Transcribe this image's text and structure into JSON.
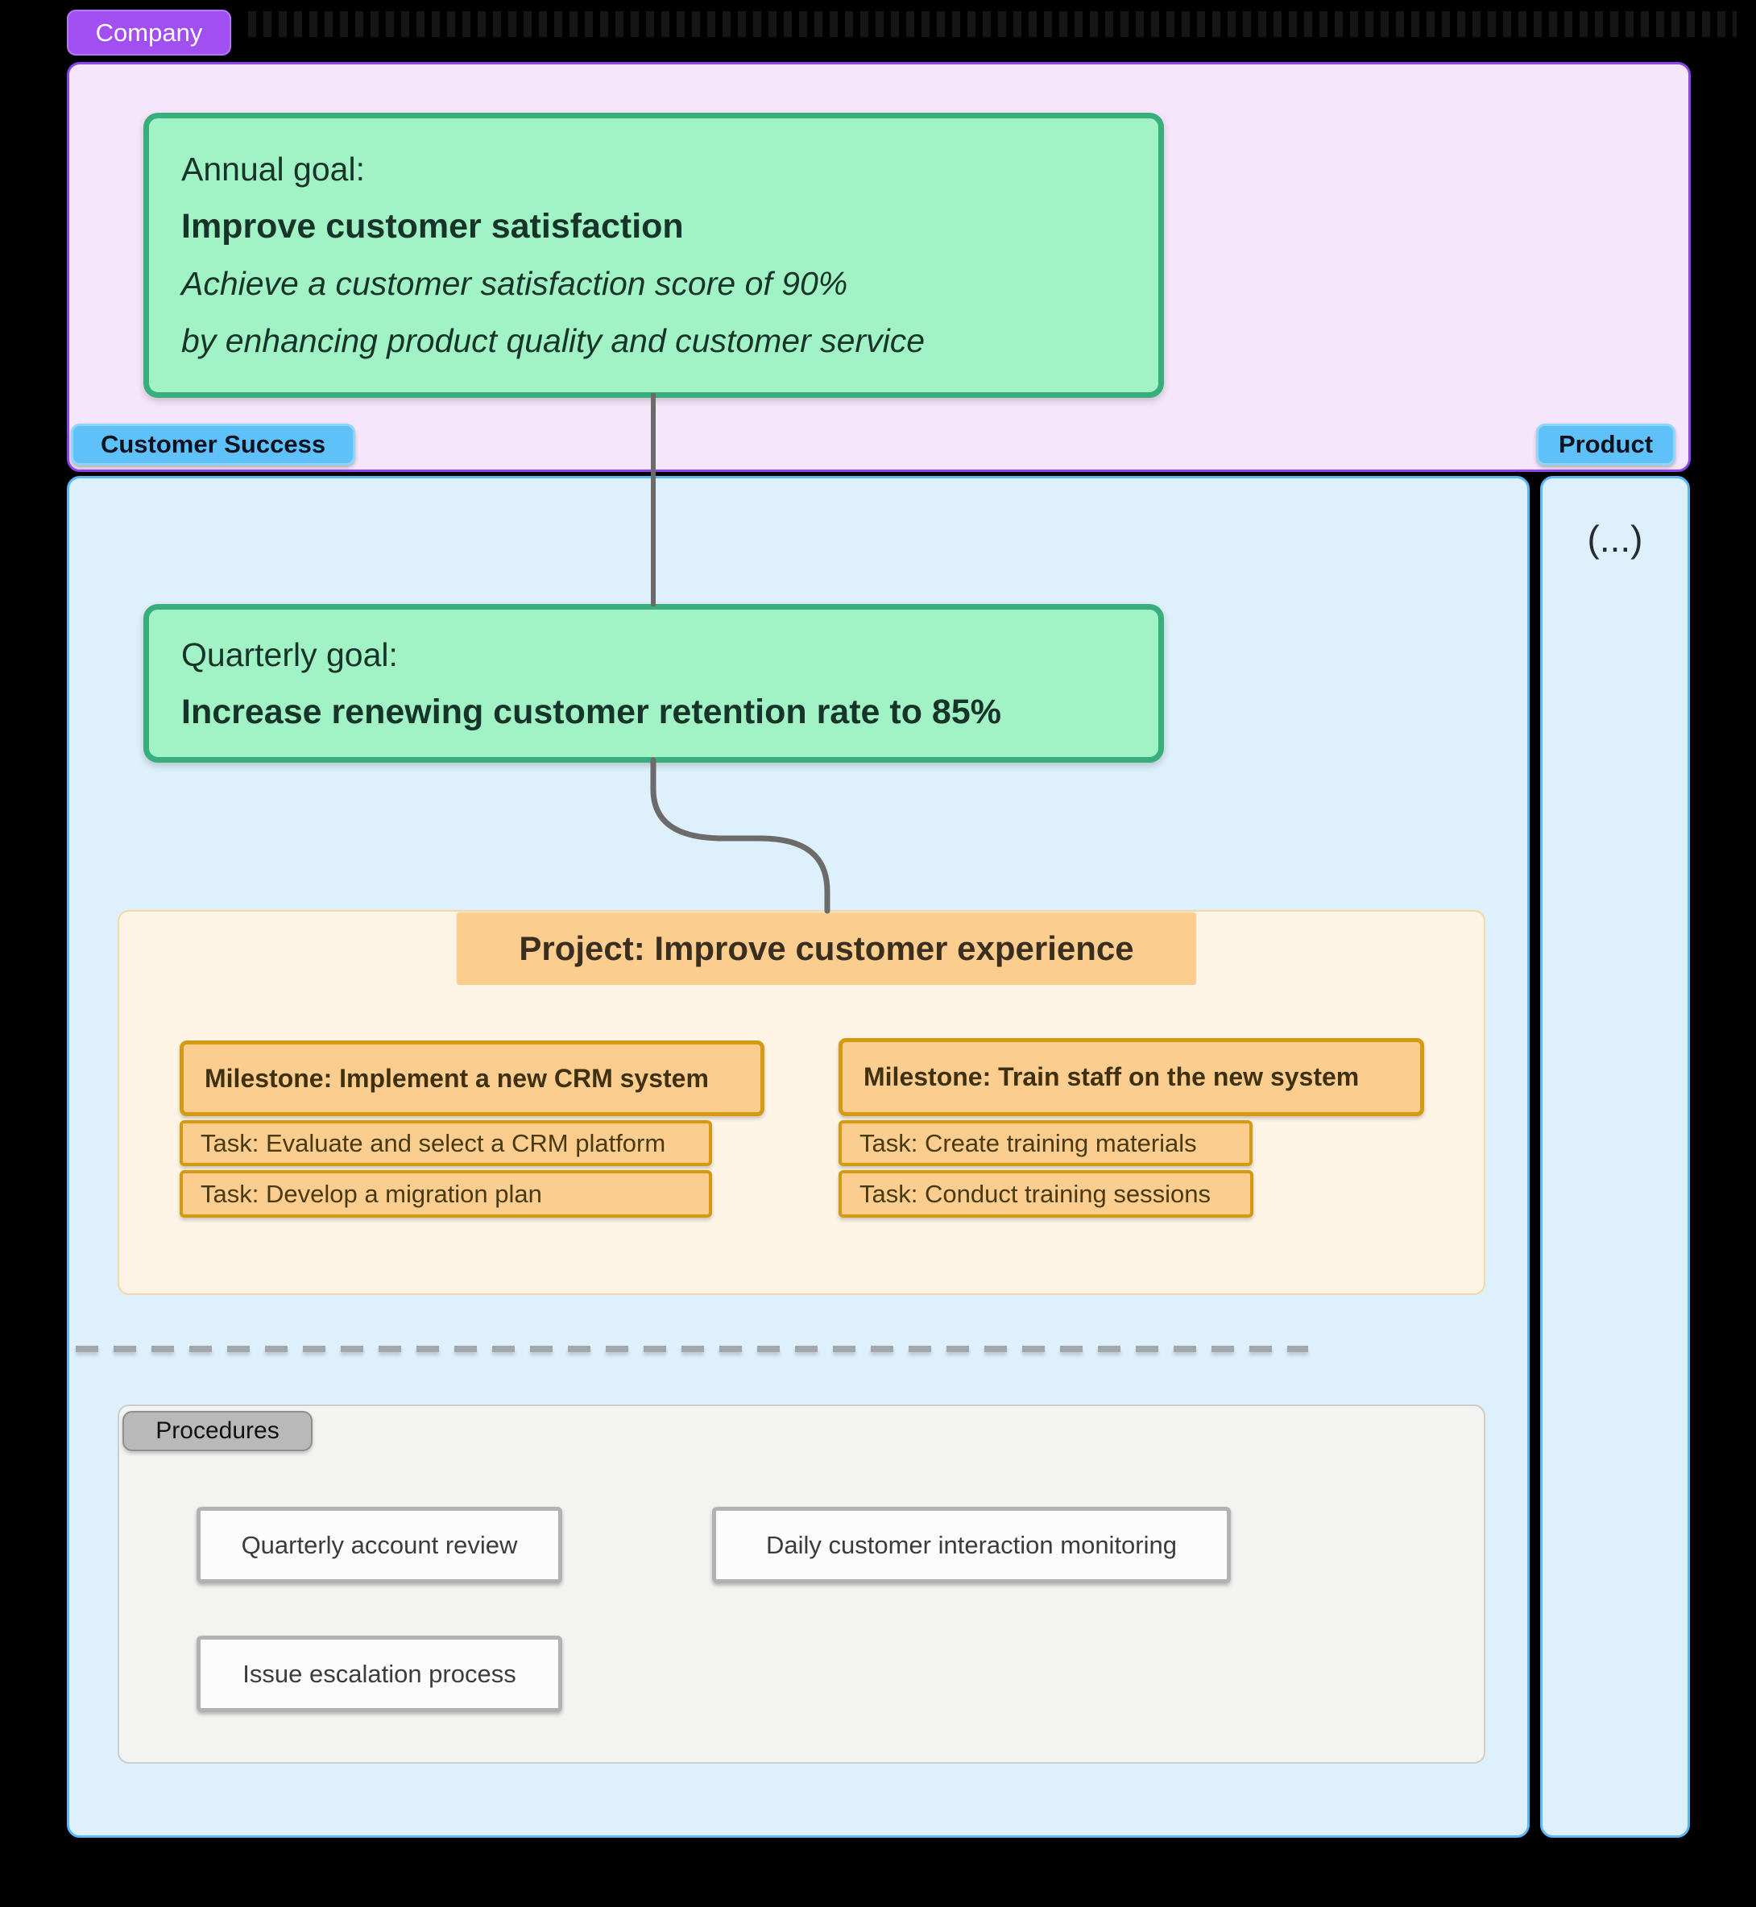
{
  "company": {
    "label": "Company"
  },
  "annual_goal": {
    "title": "Annual goal:",
    "name": "Improve customer satisfaction",
    "desc_line1": "Achieve a customer satisfaction score of 90%",
    "desc_line2": "by enhancing product quality and customer service"
  },
  "teams": {
    "customer_success_label": "Customer Success",
    "product_label": "Product",
    "product_placeholder": "(...)"
  },
  "quarterly_goal": {
    "title": "Quarterly goal:",
    "name": "Increase renewing customer retention rate to 85%"
  },
  "project": {
    "title": "Project: Improve customer experience",
    "milestones": [
      {
        "label": "Milestone: Implement a new CRM system",
        "tasks": [
          "Task: Evaluate and select a CRM platform",
          "Task: Develop a migration plan"
        ]
      },
      {
        "label": "Milestone: Train staff on the new system",
        "tasks": [
          "Task: Create training materials",
          "Task: Conduct training sessions"
        ]
      }
    ]
  },
  "procedures": {
    "label": "Procedures",
    "items": [
      "Quarterly account review",
      "Daily customer interaction monitoring",
      "Issue escalation process"
    ]
  },
  "colors": {
    "background": "#000000",
    "company_badge": "#a24ff2",
    "company_container_fill": "#f6e6fb",
    "company_container_border": "#8b46f0",
    "goal_fill": "#a1f3c5",
    "goal_border": "#38ae7c",
    "goal_text": "#17342a",
    "team_badge": "#5ec1f9",
    "team_container_fill": "#def0fb",
    "team_container_border": "#5ab9f5",
    "project_container_fill": "#fdf4e6",
    "project_node_fill": "#fbce90",
    "project_node_border": "#d49a12",
    "procedures_fill": "#f3f3f1",
    "procedures_badge": "#b9b9b9",
    "procedure_box_border": "#b2b2b2",
    "connector": "#6b6b6b"
  }
}
